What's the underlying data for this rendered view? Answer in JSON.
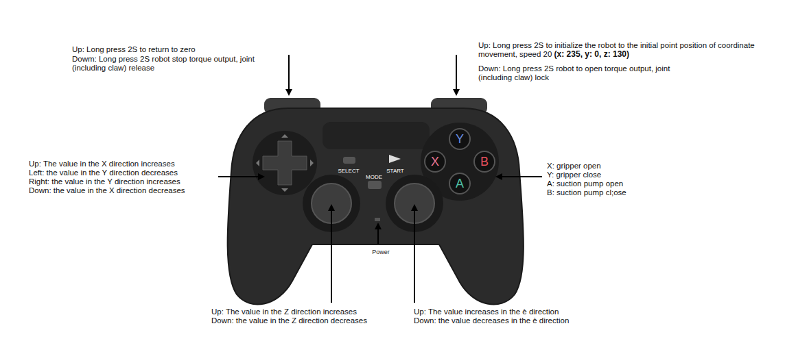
{
  "diagram": {
    "labels": [
      "Up: Long press 2S to return to zero",
      "Dowm: Long press 2S robot stop torque output, joint (including claw) release",
      "Up: Long press 2S to initialize the robot to the initial point position of coordinate movement, speed 20",
      "(x: 235, y: 0, z: 130)",
      "Down: Long press 2S robot to open torque output, joint (including claw) lock",
      "Up: The value in the X direction increases",
      "Left: the value in the Y direction decreases",
      "Right: the value in the Y direction increases",
      "Down: the value in the X direction decreases",
      "X: gripper open",
      "Y: gripper close",
      "A: suction pump open",
      "B: suction pump cl;ose",
      "Up: The value in the Z direction increases",
      "Down: the value in the Z direction decreases",
      "Up: The value increases in the è direction",
      "Down: the value decreases in the è direction",
      "SELECT",
      "START",
      "MODE",
      "X",
      "Y",
      "A",
      "B",
      "Power"
    ]
  }
}
